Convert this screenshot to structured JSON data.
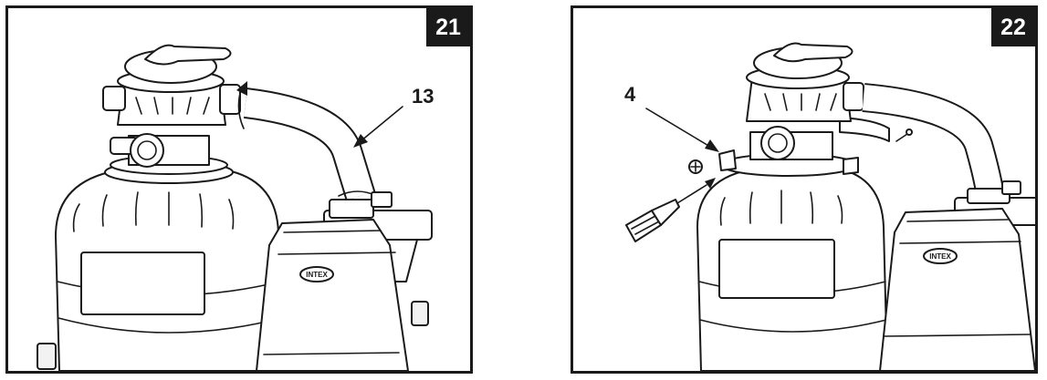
{
  "steps": [
    {
      "number": "21",
      "callouts": [
        {
          "label": "13"
        }
      ]
    },
    {
      "number": "22",
      "callouts": [
        {
          "label": "4"
        }
      ]
    }
  ],
  "brand_logo_text": "INTEX",
  "colors": {
    "ink": "#1a1a1a",
    "paper": "#ffffff"
  },
  "icons": [
    "rotate-arrow-icon",
    "callout-arrow-icon",
    "screw-icon",
    "screwdriver-icon"
  ]
}
